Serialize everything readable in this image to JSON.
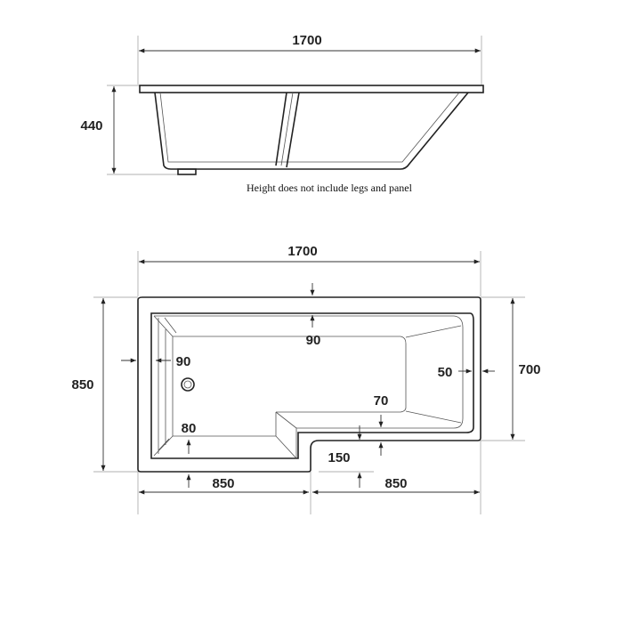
{
  "side_view": {
    "length_label": "1700",
    "height_label": "440",
    "caption": "Height does not include legs and panel"
  },
  "plan_view": {
    "length_label": "1700",
    "width_label": "850",
    "shower_end_width_label": "700",
    "rim_back_label": "90",
    "rim_left_label": "90",
    "rim_right_label": "50",
    "rim_front_left_label": "80",
    "rim_front_right_label": "70",
    "step_label": "150",
    "left_section_label": "850",
    "right_section_label": "850"
  }
}
